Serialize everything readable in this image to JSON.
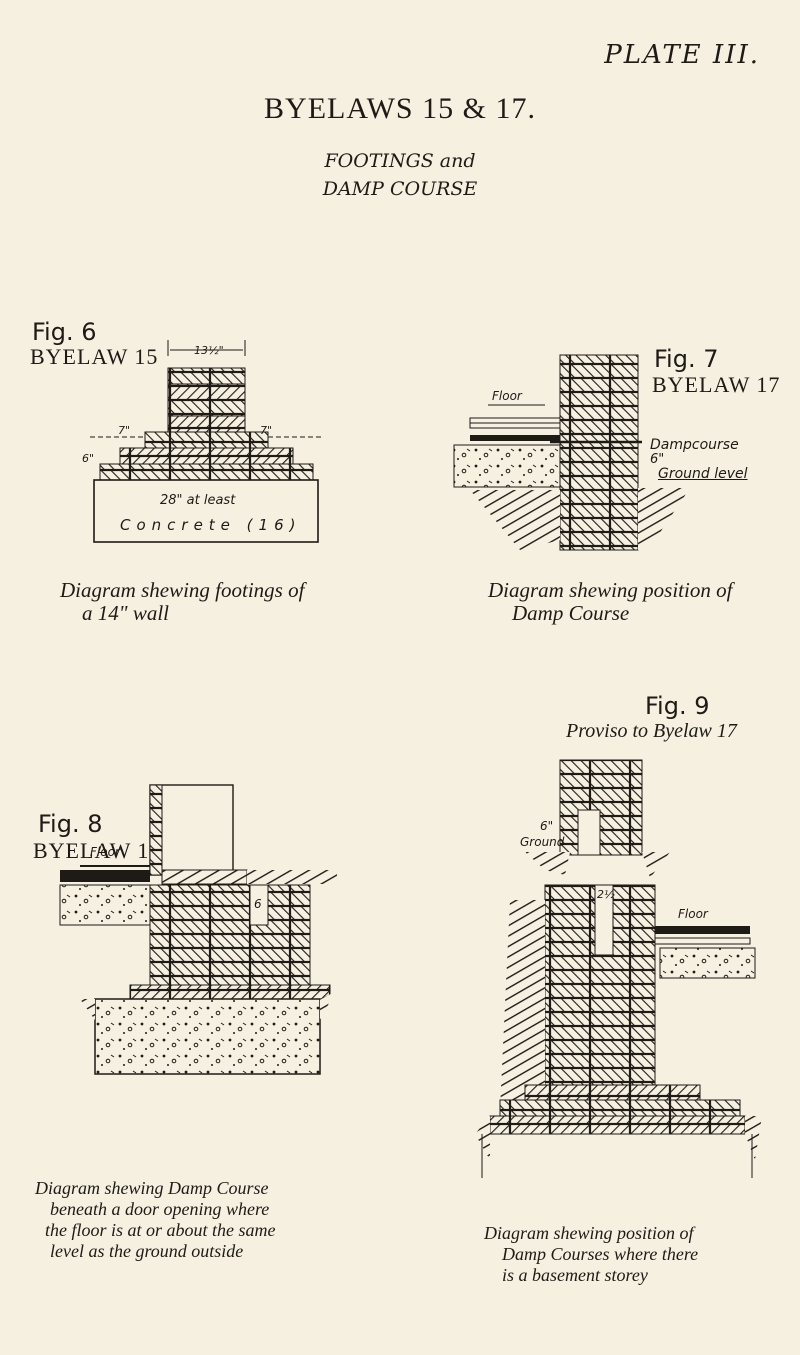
{
  "plate": "PLATE III.",
  "title": "BYELAWS 15 & 17.",
  "subtitle_line1": "FOOTINGS and",
  "subtitle_line2": "DAMP COURSE",
  "fig6": {
    "label": "Fig. 6",
    "byelaw": "BYELAW 15",
    "dim_top": "13½\"",
    "dim_left": "7\"",
    "dim_right": "7\"",
    "dim_side": "6\"",
    "concrete_width": "28\" at least",
    "concrete_label": "Concrete (16)",
    "caption_line1": "Diagram shewing footings of",
    "caption_line2": "a 14\" wall"
  },
  "fig7": {
    "label": "Fig. 7",
    "byelaw": "BYELAW 17",
    "floor": "Floor",
    "dampcourse": "Dampcourse",
    "dim": "6\"",
    "ground": "Ground level",
    "caption_line1": "Diagram shewing position of",
    "caption_line2": "Damp Course"
  },
  "fig8": {
    "label": "Fig. 8",
    "byelaw": "BYELAW 17",
    "floor": "Floor",
    "dim": "6",
    "caption_line1": "Diagram shewing Damp Course",
    "caption_line2": "beneath a door opening where",
    "caption_line3": "the floor is at or about the same",
    "caption_line4": "level as the ground outside"
  },
  "fig9": {
    "label": "Fig. 9",
    "proviso": "Proviso to Byelaw 17",
    "dim": "6\"",
    "ground": "Ground",
    "dim2": "2½",
    "floor": "Floor",
    "caption_line1": "Diagram shewing position of",
    "caption_line2": "Damp Courses where there",
    "caption_line3": "is a basement storey"
  }
}
